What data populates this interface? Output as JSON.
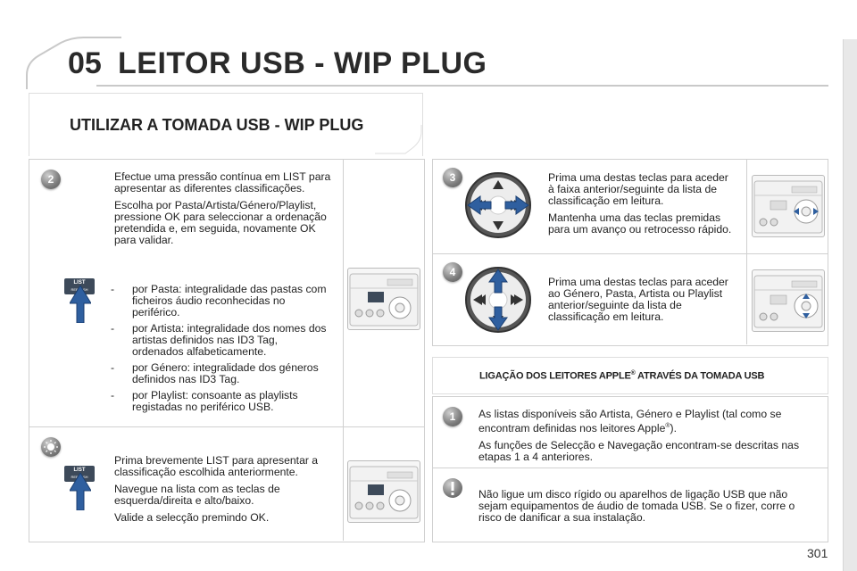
{
  "header": {
    "chapter": "05",
    "title": "LEITOR USB - WIP PLUG"
  },
  "subtitle": "UTILIZAR A TOMADA USB - WIP PLUG",
  "step2": {
    "badge": "2",
    "paragraphs": [
      "Efectue uma pressão contínua em LIST para apresentar as diferentes classificações.",
      "Escolha por Pasta/Artista/Género/Playlist, pressione OK para seleccionar a ordenação pretendida e, em seguida, novamente OK para validar."
    ],
    "list_items": [
      "por Pasta: integralidade das pastas com ficheiros áudio reconhecidas no periférico.",
      "por Artista: integralidade dos nomes dos artistas definidos nas ID3 Tag, ordenados alfabeticamente.",
      "por Género: integralidade dos géneros definidos nas ID3 Tag.",
      "por Playlist: consoante as playlists registadas no periférico USB."
    ],
    "dash": "-",
    "button_label": "LIST",
    "button_sub": "REFRESH"
  },
  "tip": {
    "paragraphs": [
      "Prima brevemente LIST para apresentar a classificação escolhida anteriormente.",
      "Navegue na lista com as teclas de esquerda/direita e alto/baixo.",
      "Valide a selecção premindo OK."
    ],
    "button_label": "LIST",
    "button_sub": "REFRESH"
  },
  "step3": {
    "badge": "3",
    "paragraphs": [
      "Prima uma destas teclas para aceder à faixa anterior/seguinte da lista de classificação em leitura.",
      "Mantenha uma das teclas premidas para um avanço ou retrocesso rápido."
    ]
  },
  "step4": {
    "badge": "4",
    "paragraphs": [
      "Prima uma destas teclas para aceder ao Género, Pasta, Artista ou Playlist anterior/seguinte da lista de classificação em leitura."
    ]
  },
  "apple": {
    "heading": "LIGAÇÃO DOS LEITORES APPLE",
    "heading_sup": "®",
    "heading_tail": " ATRAVÉS DA TOMADA USB",
    "badge": "1",
    "p1a": "As listas disponíveis são Artista, Género e Playlist (tal como se encontram definidas nos leitores Apple",
    "p1_sup": "®",
    "p1b": ").",
    "p2": "As funções de Selecção e Navegação encontram-se descritas nas etapas 1 a 4 anteriores."
  },
  "warning": {
    "text": "Não ligue um disco rígido ou aparelhos de ligação USB que não sejam equipamentos de áudio de tomada USB. Se o fizer, corre o risco de danificar a sua instalação."
  },
  "page_number": "301",
  "colors": {
    "badge": "#7c7c7c",
    "arrow_blue": "#2f5f9f",
    "border": "#d0d0d0"
  }
}
